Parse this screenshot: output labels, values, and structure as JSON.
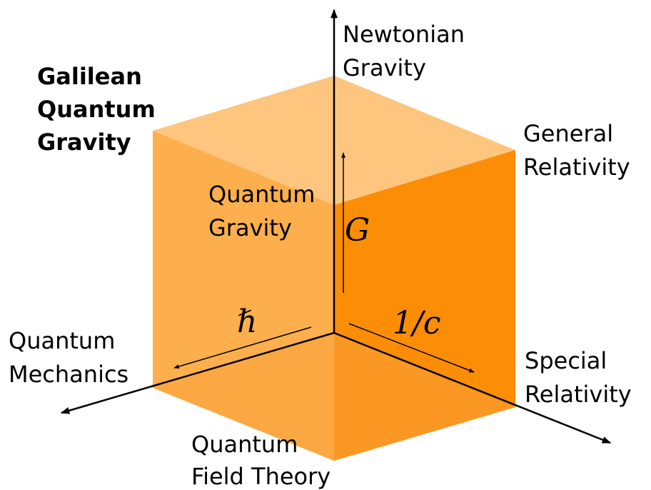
{
  "colors": {
    "top_face": "#fdc57e",
    "left_face": "#fcaf4c",
    "right_face": "#fb8d07",
    "axis": "#000000"
  },
  "labels": {
    "galilean_quantum_gravity": [
      "Galilean",
      "Quantum",
      "Gravity"
    ],
    "newtonian_gravity": [
      "Newtonian",
      "Gravity"
    ],
    "general_relativity": [
      "General",
      "Relativity"
    ],
    "quantum_gravity": [
      "Quantum",
      "Gravity"
    ],
    "quantum_mechanics": [
      "Quantum",
      "Mechanics"
    ],
    "special_relativity": [
      "Special",
      "Relativity"
    ],
    "quantum_field_theory": [
      "Quantum",
      "Field Theory"
    ]
  },
  "axes": {
    "g": "G",
    "hbar": "ℏ",
    "inv_c": "1/c"
  }
}
